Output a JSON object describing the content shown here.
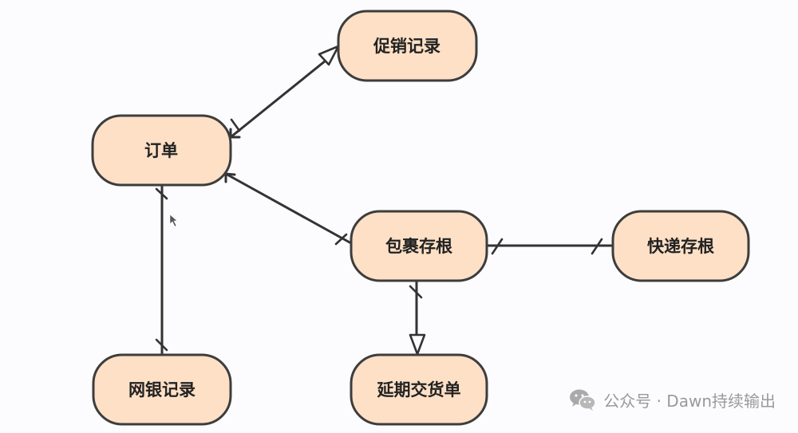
{
  "diagram": {
    "nodes": {
      "order": "订单",
      "promo": "促销记录",
      "package": "包裹存根",
      "express": "快递存根",
      "bank": "网银记录",
      "delay": "延期交货单"
    }
  },
  "watermark": {
    "text": "公众号 · Dawn持续输出",
    "icon": "wechat-icon"
  }
}
